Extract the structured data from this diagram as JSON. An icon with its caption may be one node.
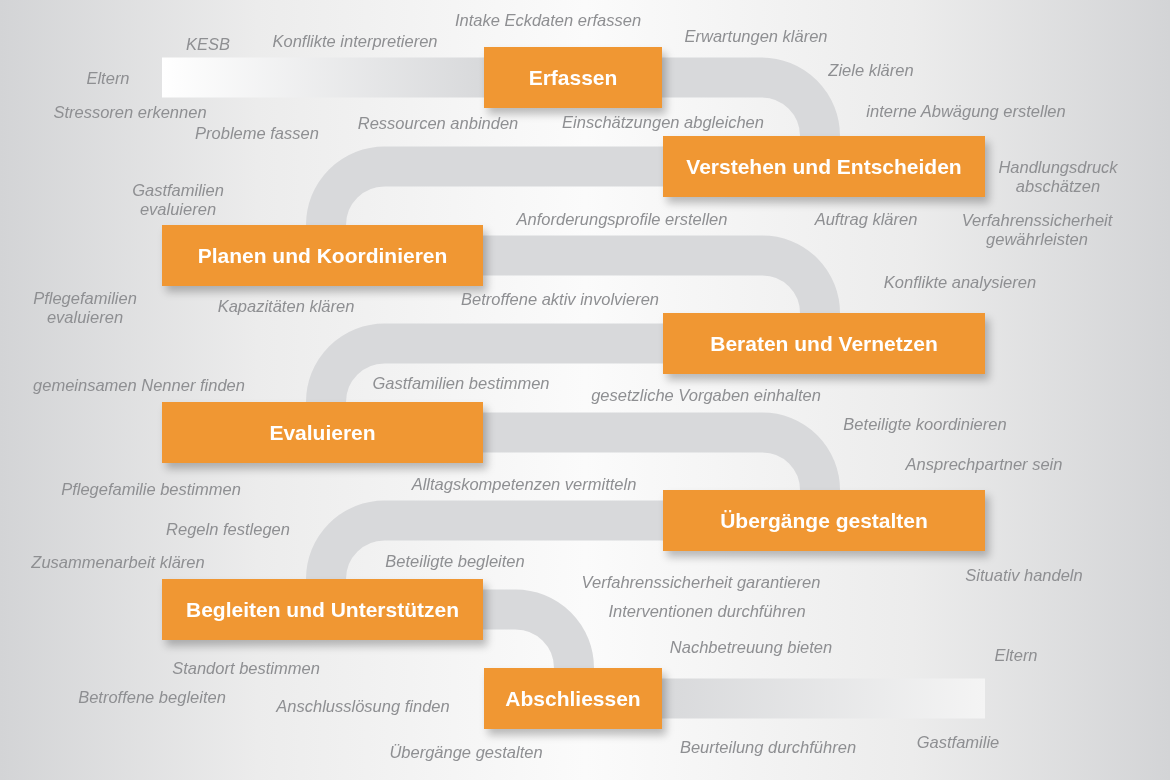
{
  "diagram": {
    "nodes": [
      {
        "text": [
          "Erfassen"
        ]
      },
      {
        "text": [
          "Verstehen und Entscheiden"
        ]
      },
      {
        "text": [
          "Planen und Koordinieren"
        ]
      },
      {
        "text": [
          "Beraten und Vernetzen"
        ]
      },
      {
        "text": [
          "Evaluieren"
        ]
      },
      {
        "text": [
          "Übergänge gestalten"
        ]
      },
      {
        "text": [
          "Begleiten und Unterstützen"
        ]
      },
      {
        "text": [
          "Abschliessen"
        ]
      }
    ],
    "edges": [
      {
        "from": null,
        "to": 0,
        "arrow": "none"
      },
      {
        "from": 0,
        "to": 1,
        "arrow": "none"
      },
      {
        "from": 1,
        "to": 2,
        "arrow": "none"
      },
      {
        "from": 2,
        "to": 3,
        "arrow": "none"
      },
      {
        "from": 3,
        "to": 4,
        "arrow": "none"
      },
      {
        "from": 4,
        "to": 5,
        "arrow": "none"
      },
      {
        "from": 5,
        "to": 6,
        "arrow": "none"
      },
      {
        "from": 6,
        "to": 7,
        "arrow": "none"
      },
      {
        "from": 7,
        "to": null,
        "arrow": "none"
      }
    ],
    "labels": [
      "Intake Eckdaten erfassen",
      "KESB",
      "Konflikte interpretieren",
      "Erwartungen klären",
      "Ziele klären",
      "Eltern",
      "Stressoren erkennen",
      "interne Abwägung erstellen",
      "Probleme fassen",
      "Ressourcen anbinden",
      "Einschätzungen abgleichen",
      "Handlungsdruck abschätzen",
      "Gastfamilien evaluieren",
      "Anforderungsprofile erstellen",
      "Auftrag klären",
      "Verfahrenssicherheit gewährleisten",
      "Konflikte analysieren",
      "Pflegefamilien evaluieren",
      "Kapazitäten klären",
      "Betroffene aktiv involvieren",
      "gemeinsamen Nenner finden",
      "Gastfamilien bestimmen",
      "gesetzliche Vorgaben einhalten",
      "Beteiligte koordinieren",
      "Ansprechpartner sein",
      "Pflegefamilie bestimmen",
      "Alltagskompetenzen vermitteln",
      "Regeln festlegen",
      "Zusammenarbeit klären",
      "Beteiligte begleiten",
      "Situativ handeln",
      "Verfahrenssicherheit garantieren",
      "Interventionen durchführen",
      "Nachbetreuung bieten",
      "Standort bestimmen",
      "Eltern",
      "Betroffene begleiten",
      "Anschlusslösung finden",
      "Beurteilung durchführen",
      "Gastfamilie",
      "Übergänge gestalten"
    ]
  }
}
